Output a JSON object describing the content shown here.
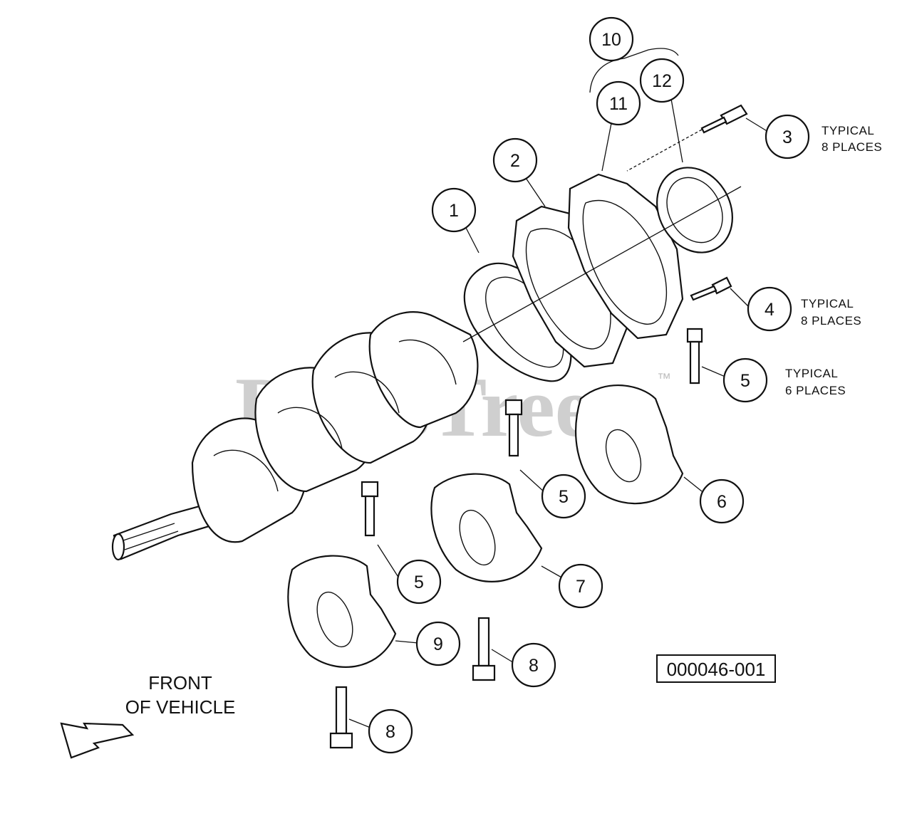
{
  "watermark": {
    "text": "PartsTree",
    "tm": "™"
  },
  "drawing_number": "000046-001",
  "direction_label": {
    "line1": "FRONT",
    "line2": "OF VEHICLE"
  },
  "callouts": [
    {
      "id": "c1",
      "label": "1"
    },
    {
      "id": "c2",
      "label": "2"
    },
    {
      "id": "c3",
      "label": "3"
    },
    {
      "id": "c4",
      "label": "4"
    },
    {
      "id": "c5a",
      "label": "5"
    },
    {
      "id": "c5b",
      "label": "5"
    },
    {
      "id": "c5c",
      "label": "5"
    },
    {
      "id": "c6",
      "label": "6"
    },
    {
      "id": "c7",
      "label": "7"
    },
    {
      "id": "c8a",
      "label": "8"
    },
    {
      "id": "c8b",
      "label": "8"
    },
    {
      "id": "c9",
      "label": "9"
    },
    {
      "id": "c10",
      "label": "10"
    },
    {
      "id": "c11",
      "label": "11"
    },
    {
      "id": "c12",
      "label": "12"
    }
  ],
  "notes": {
    "n3": {
      "line1": "TYPICAL",
      "line2": "8 PLACES"
    },
    "n4": {
      "line1": "TYPICAL",
      "line2": "8 PLACES"
    },
    "n5": {
      "line1": "TYPICAL",
      "line2": "6 PLACES"
    }
  }
}
